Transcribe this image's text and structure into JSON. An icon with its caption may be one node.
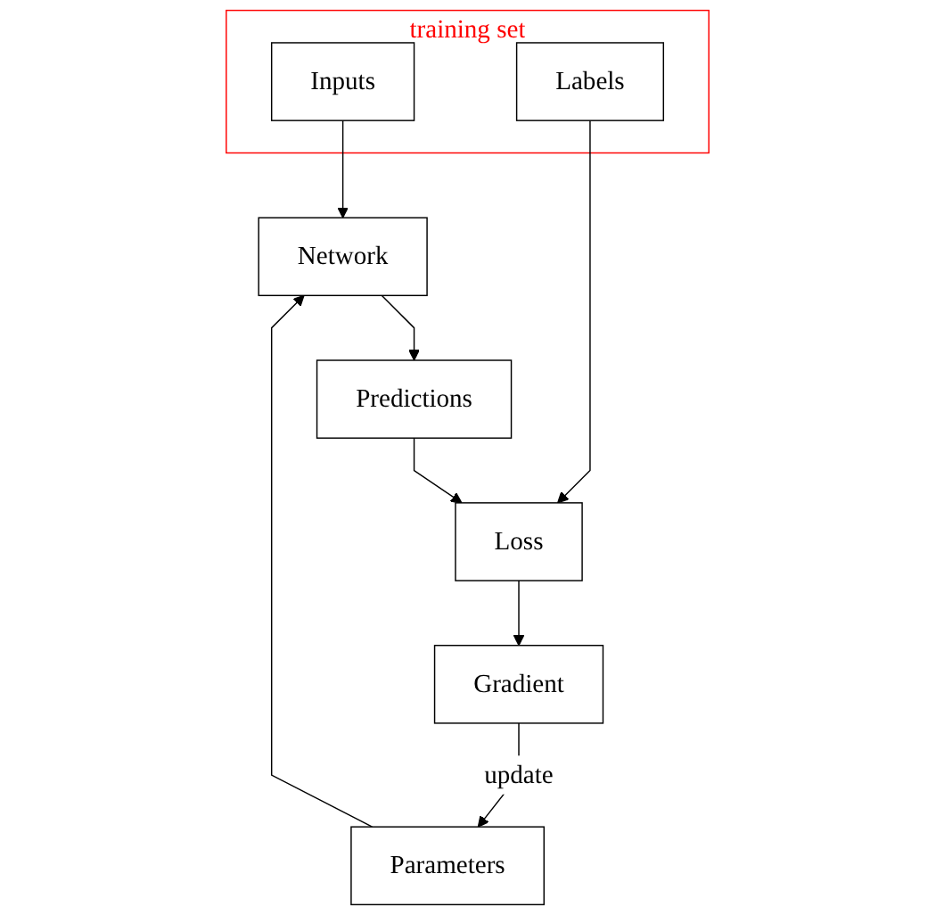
{
  "diagram": {
    "nodes": [
      {
        "text": [
          "training set"
        ]
      },
      {
        "text": [
          "Inputs"
        ],
        "in": 0
      },
      {
        "text": [
          "Labels"
        ],
        "in": 0
      },
      {
        "text": [
          "Parameters"
        ]
      },
      {
        "text": [
          "Network"
        ]
      },
      {
        "text": [
          "Gradient"
        ]
      },
      {
        "text": [
          "Predictions"
        ]
      },
      {
        "text": [
          "Loss"
        ]
      }
    ],
    "edges": [
      {
        "from": 1,
        "to": 4,
        "arrow": "to"
      },
      {
        "from": 3,
        "to": 4,
        "arrow": "to"
      },
      {
        "from": 4,
        "to": 6,
        "arrow": "to"
      },
      {
        "from": 6,
        "to": 7,
        "arrow": "to"
      },
      {
        "from": 2,
        "to": 7,
        "arrow": "to"
      },
      {
        "from": 7,
        "to": 5,
        "arrow": "to"
      },
      {
        "from": 5,
        "to": 3,
        "arrow": "to",
        "label": "update"
      }
    ]
  }
}
